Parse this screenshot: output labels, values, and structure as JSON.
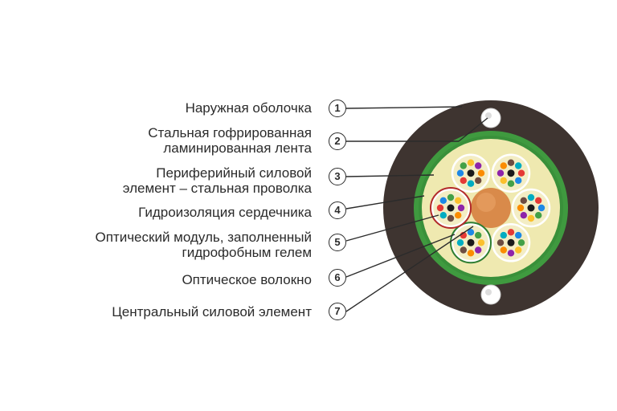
{
  "labels": [
    {
      "num": "1",
      "lines": [
        "Наружная оболочка"
      ]
    },
    {
      "num": "2",
      "lines": [
        "Стальная гофрированная",
        "ламинированная лента"
      ]
    },
    {
      "num": "3",
      "lines": [
        "Периферийный силовой",
        "элемент – стальная проволка"
      ]
    },
    {
      "num": "4",
      "lines": [
        "Гидроизоляция сердечника"
      ]
    },
    {
      "num": "5",
      "lines": [
        "Оптический модуль, заполненный",
        "гидрофобным гелем"
      ]
    },
    {
      "num": "6",
      "lines": [
        "Оптическое волокно"
      ]
    },
    {
      "num": "7",
      "lines": [
        "Центральный силовой элемент"
      ]
    }
  ],
  "colors": {
    "sheath": "#3e3430",
    "armor": "#3f9a3f",
    "core_fill": "#efe9b0",
    "module_fill": "#f3edc4",
    "central_member": "#d98a4a",
    "steel_wire_ring": "#b22a2a",
    "fibers": [
      "#e53935",
      "#1e88e5",
      "#43a047",
      "#fbc02d",
      "#8e24aa",
      "#fb8c00",
      "#6d4c41",
      "#00acc1"
    ]
  }
}
